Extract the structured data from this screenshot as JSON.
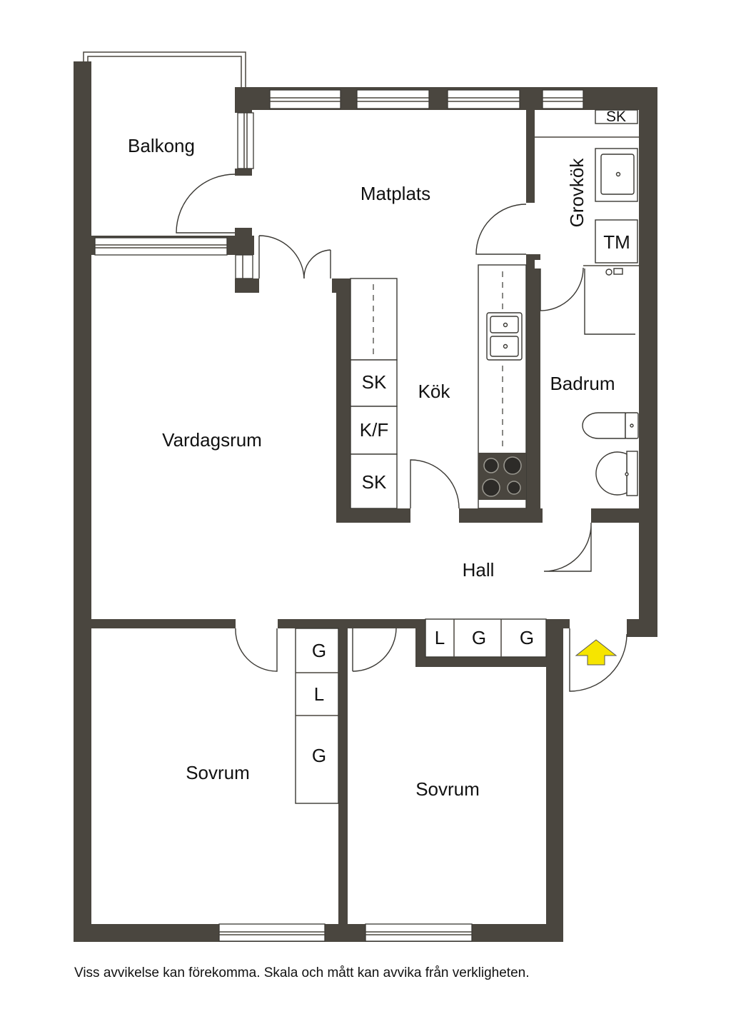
{
  "rooms": {
    "balkong": "Balkong",
    "matplats": "Matplats",
    "grovkok": "Grovkök",
    "vardagsrum": "Vardagsrum",
    "kok": "Kök",
    "badrum": "Badrum",
    "hall": "Hall",
    "sovrum_left": "Sovrum",
    "sovrum_right": "Sovrum"
  },
  "fixtures": {
    "grovkok_sk": "SK",
    "grovkok_tm": "TM",
    "kok_sk_top": "SK",
    "kok_kf": "K/F",
    "kok_sk_bottom": "SK",
    "hall_l": "L",
    "hall_g1": "G",
    "hall_g2": "G",
    "sovrum_g_top": "G",
    "sovrum_l": "L",
    "sovrum_g_bottom": "G"
  },
  "entrance_arrow_color": "#f6e500",
  "wall_color": "#4a463f",
  "disclaimer": "Viss avvikelse kan förekomma. Skala och mått kan avvika från verkligheten."
}
